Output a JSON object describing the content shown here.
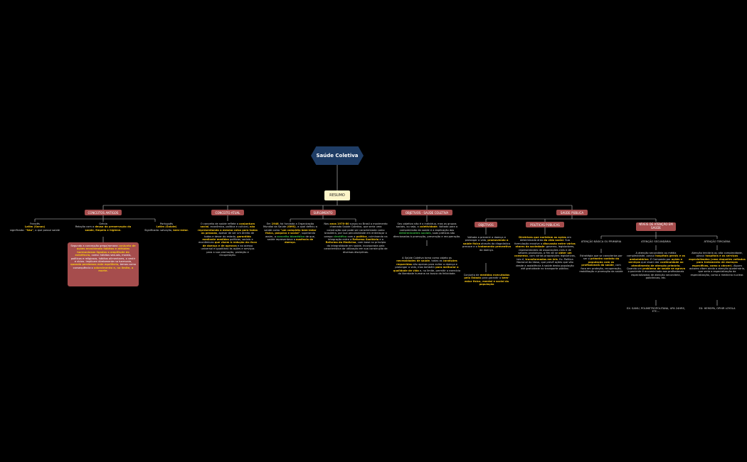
{
  "root": {
    "label": "Saúde Coletiva"
  },
  "resumo": {
    "label": "RESUMO"
  },
  "branches": {
    "conceitos": "CONCEITOS ANTIGOS",
    "conceito_atual": "CONCEITO ATUAL",
    "surgimento": "SURGIMENTO",
    "objetivos_sc": "OBJETIVOS - SAÚDE COLETIVA",
    "saude_publica": "SAÚDE PÚBLICA",
    "objetivos": "OBJETIVOS",
    "politicas": "POLÍTICAS PÚBLICAS",
    "niveis": "NÍVEIS DE ATENÇÃO EM SAÚDE"
  },
  "conceitos": {
    "frances_a": "Francês",
    "frances_b": "Latim (Sanus)",
    "frances_c": "significado: ",
    "frances_d": "\"São\"",
    "frances_e": ", o que possui saúde",
    "grecia_a": "Grécia",
    "grecia_b": "Relação com a ",
    "grecia_c": "deusa da preservação da",
    "grecia_d": "saúde, Empeia e higiene.",
    "port_a": "Português",
    "port_b": "Latim (Salute)",
    "port_c": "Significado: salvação, ",
    "port_d": "bem-estar.",
    "note_1": "Segundo a concepção grega/romana ",
    "note_2": "conjunto de ações envolvendo hábitos e atitudes harmoniosos ligados a amplitude da existência,",
    "note_3": " como: hábitos sexuais, morais, políticos e religiosos, hábitos alimentares, o vestir e vícios.",
    "note_4": " Implicam diretamente na harmonia, ",
    "note_5": "quando perdemos este equilíbrio,",
    "note_6": " temos como consequência o ",
    "note_7": "adoecimento e, no limite, a morte."
  },
  "conceito_atual": {
    "t1": "O conceito de saúde reflete a ",
    "t2": "conjuntura social",
    "t3": ", econômica, política e cultural, ",
    "t4": "não representando a mesma coisa para todas as pessoas",
    "t5": ", apesar de ser um direito de todos e dever do estado, ",
    "t6": "garantido mediante medidas",
    "t7": " políticas, sociais e econômicas ",
    "t8": "que visem à redução do risco de doença e de agravos",
    "t9": " e ao acesso universal e igualitário às ações e serviços para a sua promoção, proteção e recuperação."
  },
  "surgimento": {
    "t1": "Em ",
    "t2": "1948",
    "t3": ", foi fundada a Organização Mundial da Saúde ",
    "t4": "(OMS)",
    "t5": ", a qual definiu a saúde como ",
    "t6": "\"um completo bem-estar físico, psíquico e social\"",
    "t7": ", superando assim, o ",
    "t8": "conceito biomédico",
    "t9": " de que, saúde representava a ",
    "t10": "ausência de doença."
  },
  "surgimento2": {
    "t1": "Nos ",
    "t2": "anos 1970-80",
    "t3": " surgiu no Brasil o movimento chamado Saúde Coletiva, que seria uma construção que pode ser caracterizada como brasileira, por sua peculiaridade em entrelaçar o campo ",
    "t4": "científico",
    "t5": " com a ",
    "t6": "política",
    "t7": ", culminando na integração entre a ",
    "t8": "Reforma Sanitária",
    "t9": " e a ",
    "t10": "Reforma da Medicina",
    "t11": ", com base no princípio da integralidade em saúde, incorporada pela característica da utilização em sua construção de diversas disciplinas."
  },
  "objetivos_sc": {
    "a1": "Seu objetivo não é o indivíduo, mas os grupos sociais, ou seja, a ",
    "a2": "coletividade",
    "a3": ". Voltada para a compreensão da saúde e a explicação dos ",
    "a4": "determinantes sociais",
    "a5": ", suas práticas são direcionadas à promoção, prevenção e recuperação.",
    "b1": "A Saúde Coletiva toma como objeto as ",
    "b2": "necessidades de saúde",
    "b3": ", todas as ",
    "b4": "condições requeridas",
    "b5": " não apenas para evitar a doença e prolongar a vida, mas também ",
    "b6": "para melhorar a qualidade de vida",
    "b7": " e, no limite, permitir o exercício da liberdade humana na busca da felicidade."
  },
  "objetivos": {
    "a1": "Voltada a prevenir a doença e prolongar a vida, ",
    "a2": "promovendo a saúde física",
    "a3": " através do diagnóstico precoce e o ",
    "a4": "tratamento preventivo",
    "a5": " da doença.",
    "b1": "Conjunto de ",
    "b2": "medidas executadas pelo Estado",
    "b3": " para garantir o ",
    "b4": "bem-estar físico, mental e social da população"
  },
  "politicas": {
    "t1": "Diretrizes que norteiam as ações",
    "t2": " em determinada área ",
    "t3": "da vida social",
    "t4": ". Sua formulação envolve a ",
    "t5": "discussão entre vários atores da sociedade",
    "t6": ": governo, legisladores, representantes de associações civis e de setores produtivos, a fim de se ",
    "t7": "obter um consenso",
    "t8": ", com várias proposições legislativas, isto é, ",
    "t9": "transformadas em leis",
    "t10": ". Ex: Política Nacional do Idoso, que prevê ações que vão desde a assistência à saúde desta população até gratuidade no transporte público."
  },
  "niveis": {
    "basica_title": "ATENÇÃO BÁSICA OU PRIMÁRIA",
    "basica_1": "Estratégia que se caracteriza por ser o ",
    "basica_2": "primeiro contato da população com os profissionais da saúde",
    "basica_3": ", com foco em proteção, recuperação, reabilitação e promoção da saúde",
    "sec_title": "ATENÇÃO SECUNDÁRIA",
    "sec_1": "A atenção secundária ou média complexidade, possui ",
    "sec_2": "hospitais gerais e os ambulatórios",
    "sec_3": ". É Composta por ",
    "sec_4": "ações e serviços",
    "sec_5": " que visam dar ",
    "sec_6": "continuidade ao atendimento de atenção primária",
    "sec_7": ". Quando um ",
    "sec_8": "problema de saúde se agrava",
    "sec_9": " o paciente é encaminhado aos profissionais especializados de atenção secundária, policlínicas, etc.",
    "sec_ex": "EX: SAMU, POLIMETROPOLITANA, UPA 24HRS, ETC...",
    "ter_title": "ATENÇÃO TERCIÁRIA",
    "ter_1": "Atenção terciária ou alta complexidade, possui ",
    "ter_2": "hospitais e os serviços especializados",
    "ter_3": " ",
    "ter_4": "(caso daqueles voltados para tratamento de doenças específicas, como o câncer)",
    "ter_5": ". Alguns autores citam ainda a atenção quaternária, que seria a especialização da especialização, como a medicina nuclear.",
    "ter_ex": "EX: HEMOPA, OPHIR LOYOLA"
  }
}
